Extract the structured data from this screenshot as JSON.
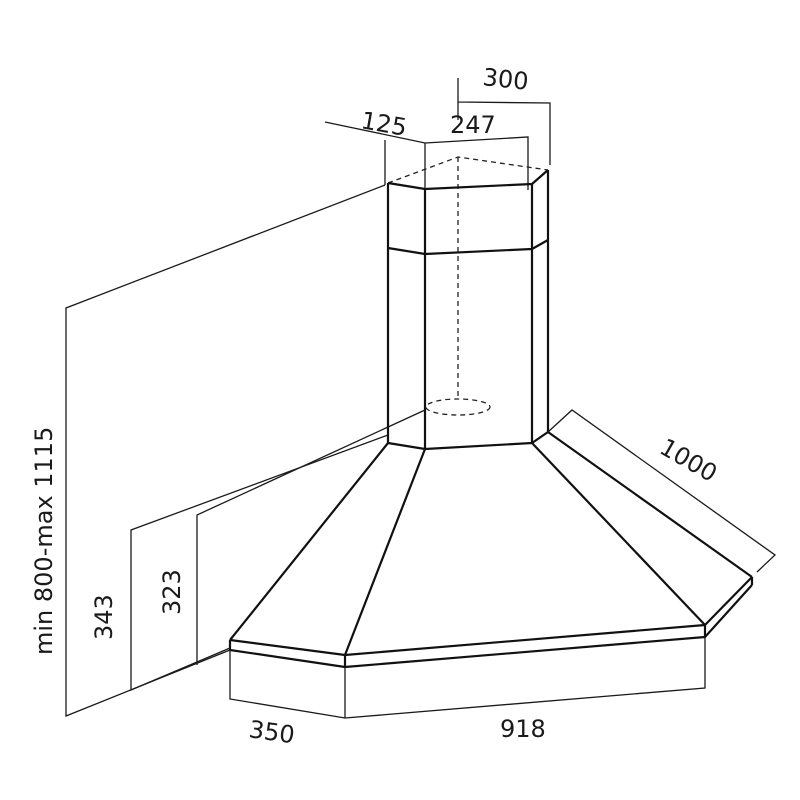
{
  "drawing": {
    "subject": "corner chimney cooker hood dimension drawing",
    "stroke_color": "#111111",
    "background": "#ffffff"
  },
  "dimensions": {
    "chimney_top_width": "300",
    "chimney_front_width": "247",
    "chimney_side_depth": "125",
    "canopy_diagonal_width": "1000",
    "total_height_range": "min 800-max 1115",
    "hood_height_outer": "343",
    "hood_height_inner": "323",
    "base_side_depth": "350",
    "base_front_width": "918"
  }
}
